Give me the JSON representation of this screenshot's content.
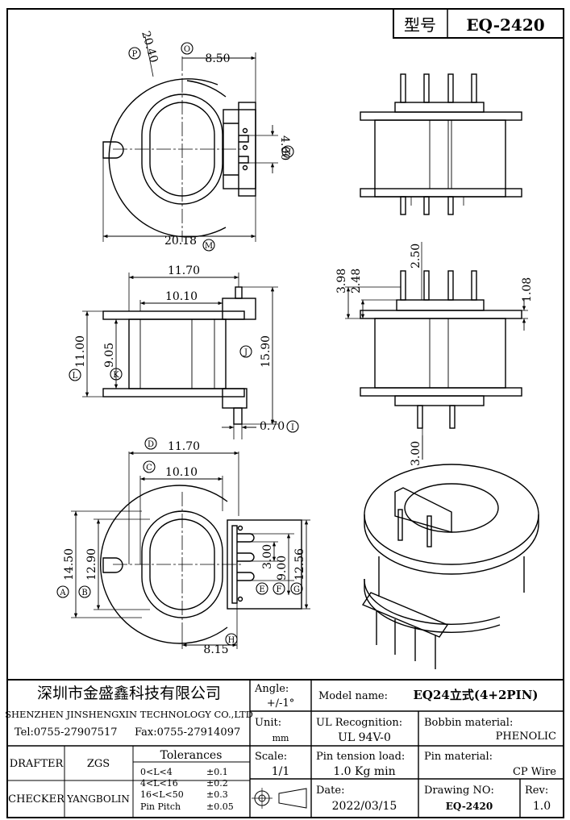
{
  "title_block": {
    "model_label": "型号",
    "model_value": "EQ-2420",
    "company_cn": "深圳市金盛鑫科技有限公司",
    "company_en": "SHENZHEN JINSHENGXIN TECHNOLOGY CO.,LTD",
    "tel": "Tel:0755-27907517",
    "fax": "Fax:0755-27914097",
    "angle_label": "Angle:",
    "angle_value": "+/-1°",
    "unit_label": "Unit:",
    "unit_value": "mm",
    "scale_label": "Scale:",
    "scale_value": "1/1",
    "model_name_label": "Model name:",
    "model_name_value": "EQ24立式(4+2PIN)",
    "ul_label": "UL Recognition:",
    "ul_value": "UL 94V-0",
    "bobbin_label": "Bobbin material:",
    "bobbin_value": "PHENOLIC",
    "pin_tension_label": "Pin tension load:",
    "pin_tension_value": "1.0 Kg min",
    "pin_material_label": "Pin material:",
    "pin_material_value": "CP Wire",
    "date_label": "Date:",
    "date_value": "2022/03/15",
    "drawing_no_label": "Drawing NO:",
    "drawing_no_value": "EQ-2420",
    "rev_label": "Rev:",
    "rev_value": "1.0",
    "drafter_label": "DRAFTER",
    "drafter_value": "ZGS",
    "checker_label": "CHECKER",
    "checker_value": "YANGBOLIN",
    "tolerances_label": "Tolerances",
    "tolerances": [
      {
        "range": "0<L<4",
        "value": "±0.1"
      },
      {
        "range": "4<L<16",
        "value": "±0.2"
      },
      {
        "range": "16<L<50",
        "value": "±0.3"
      },
      {
        "range": "Pin Pitch",
        "value": "±0.05"
      }
    ]
  },
  "dimensions": {
    "d_20_40": "20.40",
    "d_8_50": "8.50",
    "d_4_00": "4.00",
    "d_20_18": "20.18",
    "d_11_70_side": "11.70",
    "d_10_10_side": "10.10",
    "d_11_00": "11.00",
    "d_9_05": "9.05",
    "d_15_90": "15.90",
    "d_0_70": "0.70",
    "d_3_98": "3.98",
    "d_2_48": "2.48",
    "d_2_50": "2.50",
    "d_1_08": "1.08",
    "d_3_00_pin": "3.00",
    "d_11_70_bottom": "11.70",
    "d_10_10_bottom": "10.10",
    "d_14_50": "14.50",
    "d_12_90": "12.90",
    "d_3_00_pitch": "3.00",
    "d_9_00": "9.00",
    "d_12_56": "12.56",
    "d_8_15": "8.15"
  },
  "markers": {
    "P": "P",
    "O": "O",
    "N": "N",
    "M": "M",
    "J": "J",
    "L": "L",
    "K": "K",
    "I": "I",
    "D": "D",
    "C": "C",
    "A": "A",
    "B": "B",
    "E": "E",
    "F": "F",
    "G": "G",
    "H": "H"
  }
}
